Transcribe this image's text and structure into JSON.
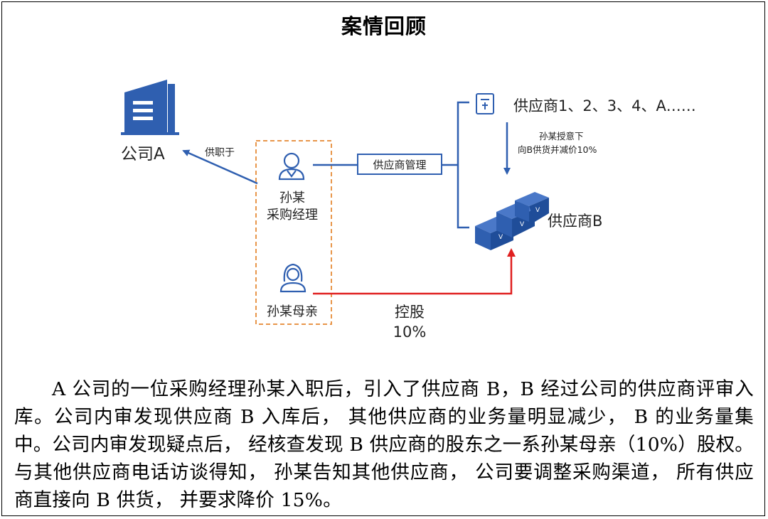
{
  "title": "案情回顾",
  "diagram": {
    "company_a": "公司A",
    "serve_label": "供职于",
    "person_name": "孙某",
    "person_role": "采购经理",
    "mother_label": "孙某母亲",
    "mgmt_label": "供应商管理",
    "suppliers_label": "供应商1、2、3、4、A……",
    "instruct_line1": "孙某授意下",
    "instruct_line2": "向B供货并减价10%",
    "supplier_b": "供应商B",
    "holding_line1": "控股",
    "holding_line2": "10%",
    "colors": {
      "blue": "#2f5fb0",
      "blue_dark": "#1f4d99",
      "red": "#e02020",
      "orange_dash": "#e8964a"
    }
  },
  "paragraph": "A 公司的一位采购经理孙某入职后，引入了供应商 B，B 经过公司的供应商评审入库。公司内审发现供应商 B 入库后， 其他供应商的业务量明显减少， B 的业务量集中。公司内审发现疑点后， 经核查发现 B 供应商的股东之一系孙某母亲（10%）股权。与其他供应商电话访谈得知， 孙某告知其他供应商， 公司要调整采购渠道， 所有供应商直接向 B 供货， 并要求降价 15%。"
}
